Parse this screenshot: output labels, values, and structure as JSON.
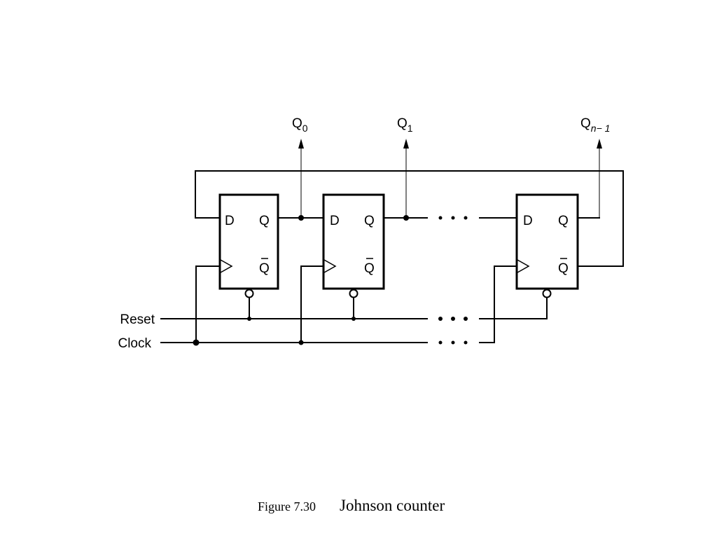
{
  "outputs": [
    {
      "letter": "Q",
      "sub": "0"
    },
    {
      "letter": "Q",
      "sub": "1"
    },
    {
      "letter": "Q",
      "sub": "n− 1"
    }
  ],
  "flipflop": {
    "d": "D",
    "q": "Q",
    "qbar": "Q"
  },
  "inputs": {
    "reset": "Reset",
    "clock": "Clock"
  },
  "caption": {
    "label": "Figure 7.30",
    "title": "Johnson counter"
  }
}
